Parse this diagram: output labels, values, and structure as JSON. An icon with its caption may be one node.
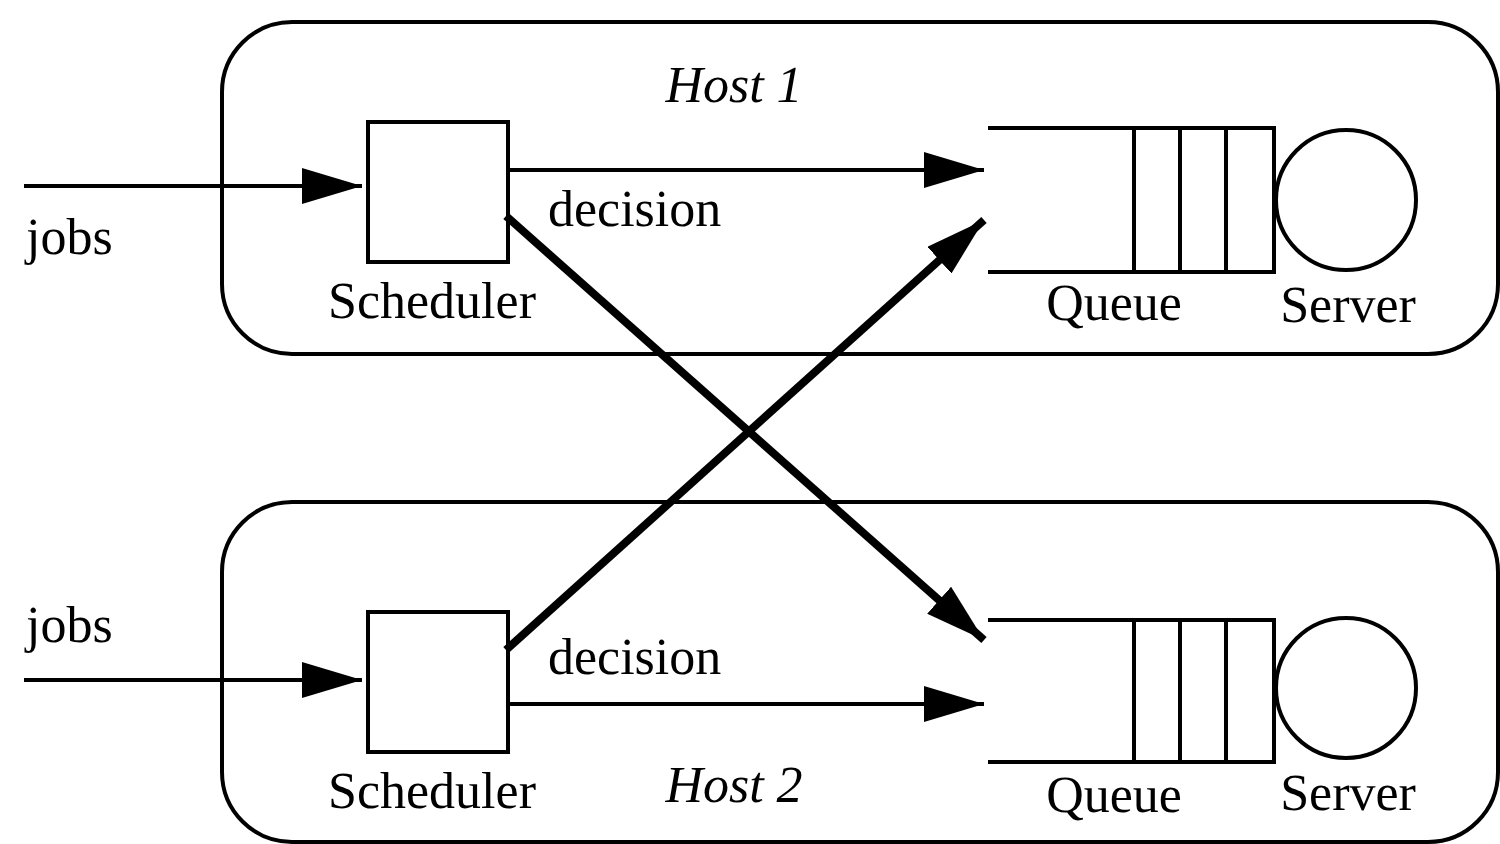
{
  "diagram": {
    "nodes": [
      {
        "text": [
          "Host 1"
        ]
      },
      {
        "text": [
          "Scheduler"
        ],
        "in": 0
      },
      {
        "text": [
          "Queue"
        ],
        "in": 0
      },
      {
        "text": [
          "Server"
        ],
        "in": 0
      },
      {
        "text": [
          "Host 2"
        ]
      },
      {
        "text": [
          "Scheduler"
        ],
        "in": 4
      },
      {
        "text": [
          "Queue"
        ],
        "in": 4
      },
      {
        "text": [
          "Server"
        ],
        "in": 4
      }
    ],
    "edges": [
      {
        "from": null,
        "to": 1,
        "arrow": "to",
        "label": "jobs"
      },
      {
        "from": 1,
        "to": 2,
        "arrow": "to",
        "label": "decision"
      },
      {
        "from": 1,
        "to": 6,
        "arrow": "to",
        "style": "thick"
      },
      {
        "from": null,
        "to": 5,
        "arrow": "to",
        "label": "jobs"
      },
      {
        "from": 5,
        "to": 6,
        "arrow": "to",
        "label": "decision"
      },
      {
        "from": 5,
        "to": 2,
        "arrow": "to",
        "style": "thick"
      }
    ]
  }
}
